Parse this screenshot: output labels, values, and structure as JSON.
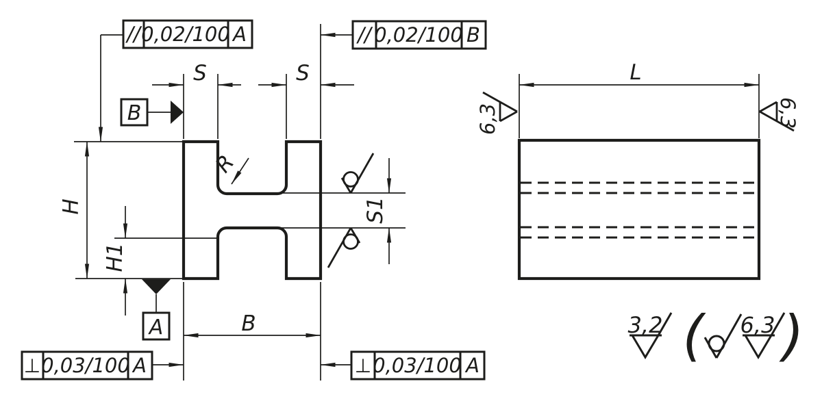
{
  "colors": {
    "ink": "#1d1d1b",
    "bg": "#ffffff"
  },
  "front_view": {
    "fcf": {
      "top_left": {
        "symbol": "//",
        "tolerance": "0,02/100",
        "datum": "A"
      },
      "top_right": {
        "symbol": "//",
        "tolerance": "0,02/100",
        "datum": "B"
      },
      "bottom_left": {
        "symbol": "⊥",
        "tolerance": "0,03/100",
        "datum": "A"
      },
      "bottom_right": {
        "symbol": "⊥",
        "tolerance": "0,03/100",
        "datum": "A"
      }
    },
    "datums": {
      "a": "A",
      "b": "B"
    },
    "dims": {
      "height": "H",
      "height1": "H1",
      "width": "B",
      "s_left": "S",
      "s_right": "S",
      "s1": "S1",
      "radius": "R"
    }
  },
  "side_view": {
    "dims": {
      "length": "L"
    },
    "roughness": {
      "left": "6,3",
      "right": "6,3"
    }
  },
  "surface_note": {
    "outside_value": "3,2",
    "open_paren": "(",
    "inside_value": "6,3",
    "close_paren": ")"
  }
}
